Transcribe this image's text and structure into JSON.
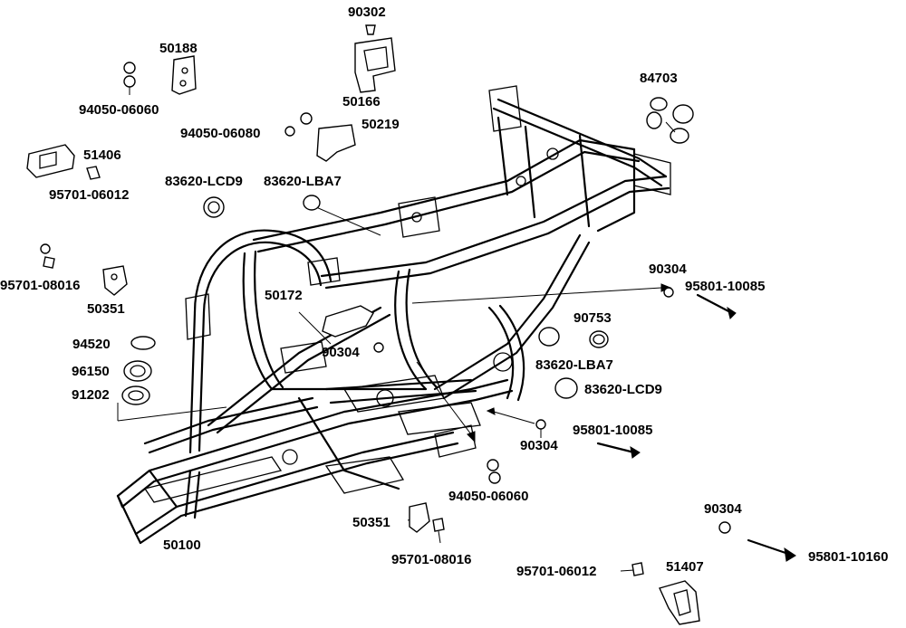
{
  "labels": {
    "p90302": "90302",
    "p50188": "50188",
    "p50166": "50166",
    "p84703": "84703",
    "p94050_06060_top": "94050-06060",
    "p94050_06080": "94050-06080",
    "p50219": "50219",
    "p51406": "51406",
    "p95701_06012_top": "95701-06012",
    "p83620_lcd9_top": "83620-LCD9",
    "p83620_lba7_top": "83620-LBA7",
    "p95701_08016_left": "95701-08016",
    "p50351_left": "50351",
    "p50172": "50172",
    "p90304_right": "90304",
    "p95801_10085_right": "95801-10085",
    "p90753": "90753",
    "p94520": "94520",
    "p90304_center": "90304",
    "p83620_lba7_mid": "83620-LBA7",
    "p96150": "96150",
    "p83620_lcd9_mid": "83620-LCD9",
    "p91202": "91202",
    "p95801_10085_mid": "95801-10085",
    "p90304_mid": "90304",
    "p94050_06060_bottom": "94050-06060",
    "p90304_lower": "90304",
    "p50351_bottom": "50351",
    "p50100": "50100",
    "p95801_10160": "95801-10160",
    "p95701_08016_bottom": "95701-08016",
    "p95701_06012_bottom": "95701-06012",
    "p51407": "51407"
  }
}
